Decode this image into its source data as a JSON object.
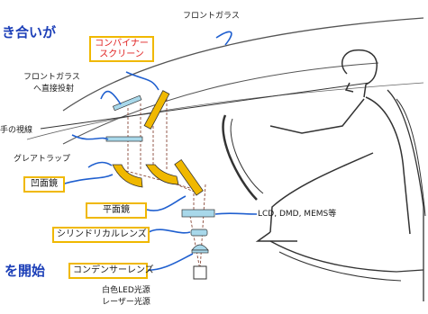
{
  "heading_fragments": {
    "top": "き合いが",
    "bottom": "を開始"
  },
  "labels": {
    "windshield": "フロントガラス",
    "direct_projection": [
      "フロントガラス",
      "へ直接投射"
    ],
    "driver_sight_line": "手の視線",
    "glare_trap": "グレアトラップ",
    "display_devices": "LCD, DMD, MEMS等",
    "light_source": [
      "白色LED光源",
      "レーザー光源"
    ]
  },
  "callout_boxes": {
    "combiner_screen": [
      "コンバイナー",
      "スクリーン"
    ],
    "concave_mirror": "凹面鏡",
    "flat_mirror": "平面鏡",
    "cylindrical_lens": "シリンドリカルレンズ",
    "condenser_lens": "コンデンサーレンズ"
  },
  "colors": {
    "callout_border": "#f0b800",
    "heading_blue": "#1c3fb8",
    "mirror_yellow": "#f0b800",
    "optics_lightblue": "#a8d8ea",
    "leader_blue": "#1f5fcf"
  }
}
